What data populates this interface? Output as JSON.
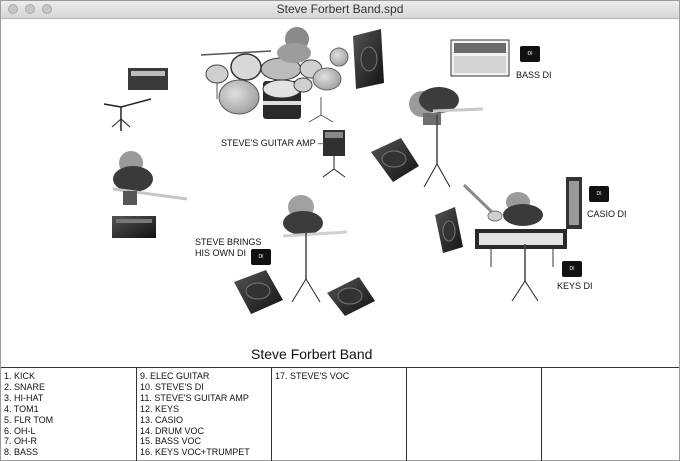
{
  "window": {
    "title": "Steve Forbert Band.spd"
  },
  "stage": {
    "labels": {
      "bass_di": "BASS DI",
      "guitar_amp": "STEVE'S GUITAR AMP –",
      "casio_di": "CASIO DI",
      "keys_di": "KEYS DI",
      "own_di_line1": "STEVE BRINGS",
      "own_di_line2": "HIS OWN DI",
      "di_badge": "DI"
    },
    "band_title": "Steve Forbert Band"
  },
  "input_list": {
    "col1": [
      "1. KICK",
      "2. SNARE",
      "3. HI-HAT",
      "4. TOM1",
      "5. FLR TOM",
      "6. OH-L",
      "7. OH-R",
      "8. BASS"
    ],
    "col2": [
      "9. ELEC GUITAR",
      "10. STEVE'S DI",
      "11. STEVE'S GUITAR AMP",
      "12. KEYS",
      "13. CASIO",
      "14. DRUM VOC",
      "15. BASS VOC",
      "16. KEYS VOC+TRUMPET"
    ],
    "col3": [
      "17. STEVE'S VOC"
    ],
    "col4": [],
    "col5": []
  }
}
